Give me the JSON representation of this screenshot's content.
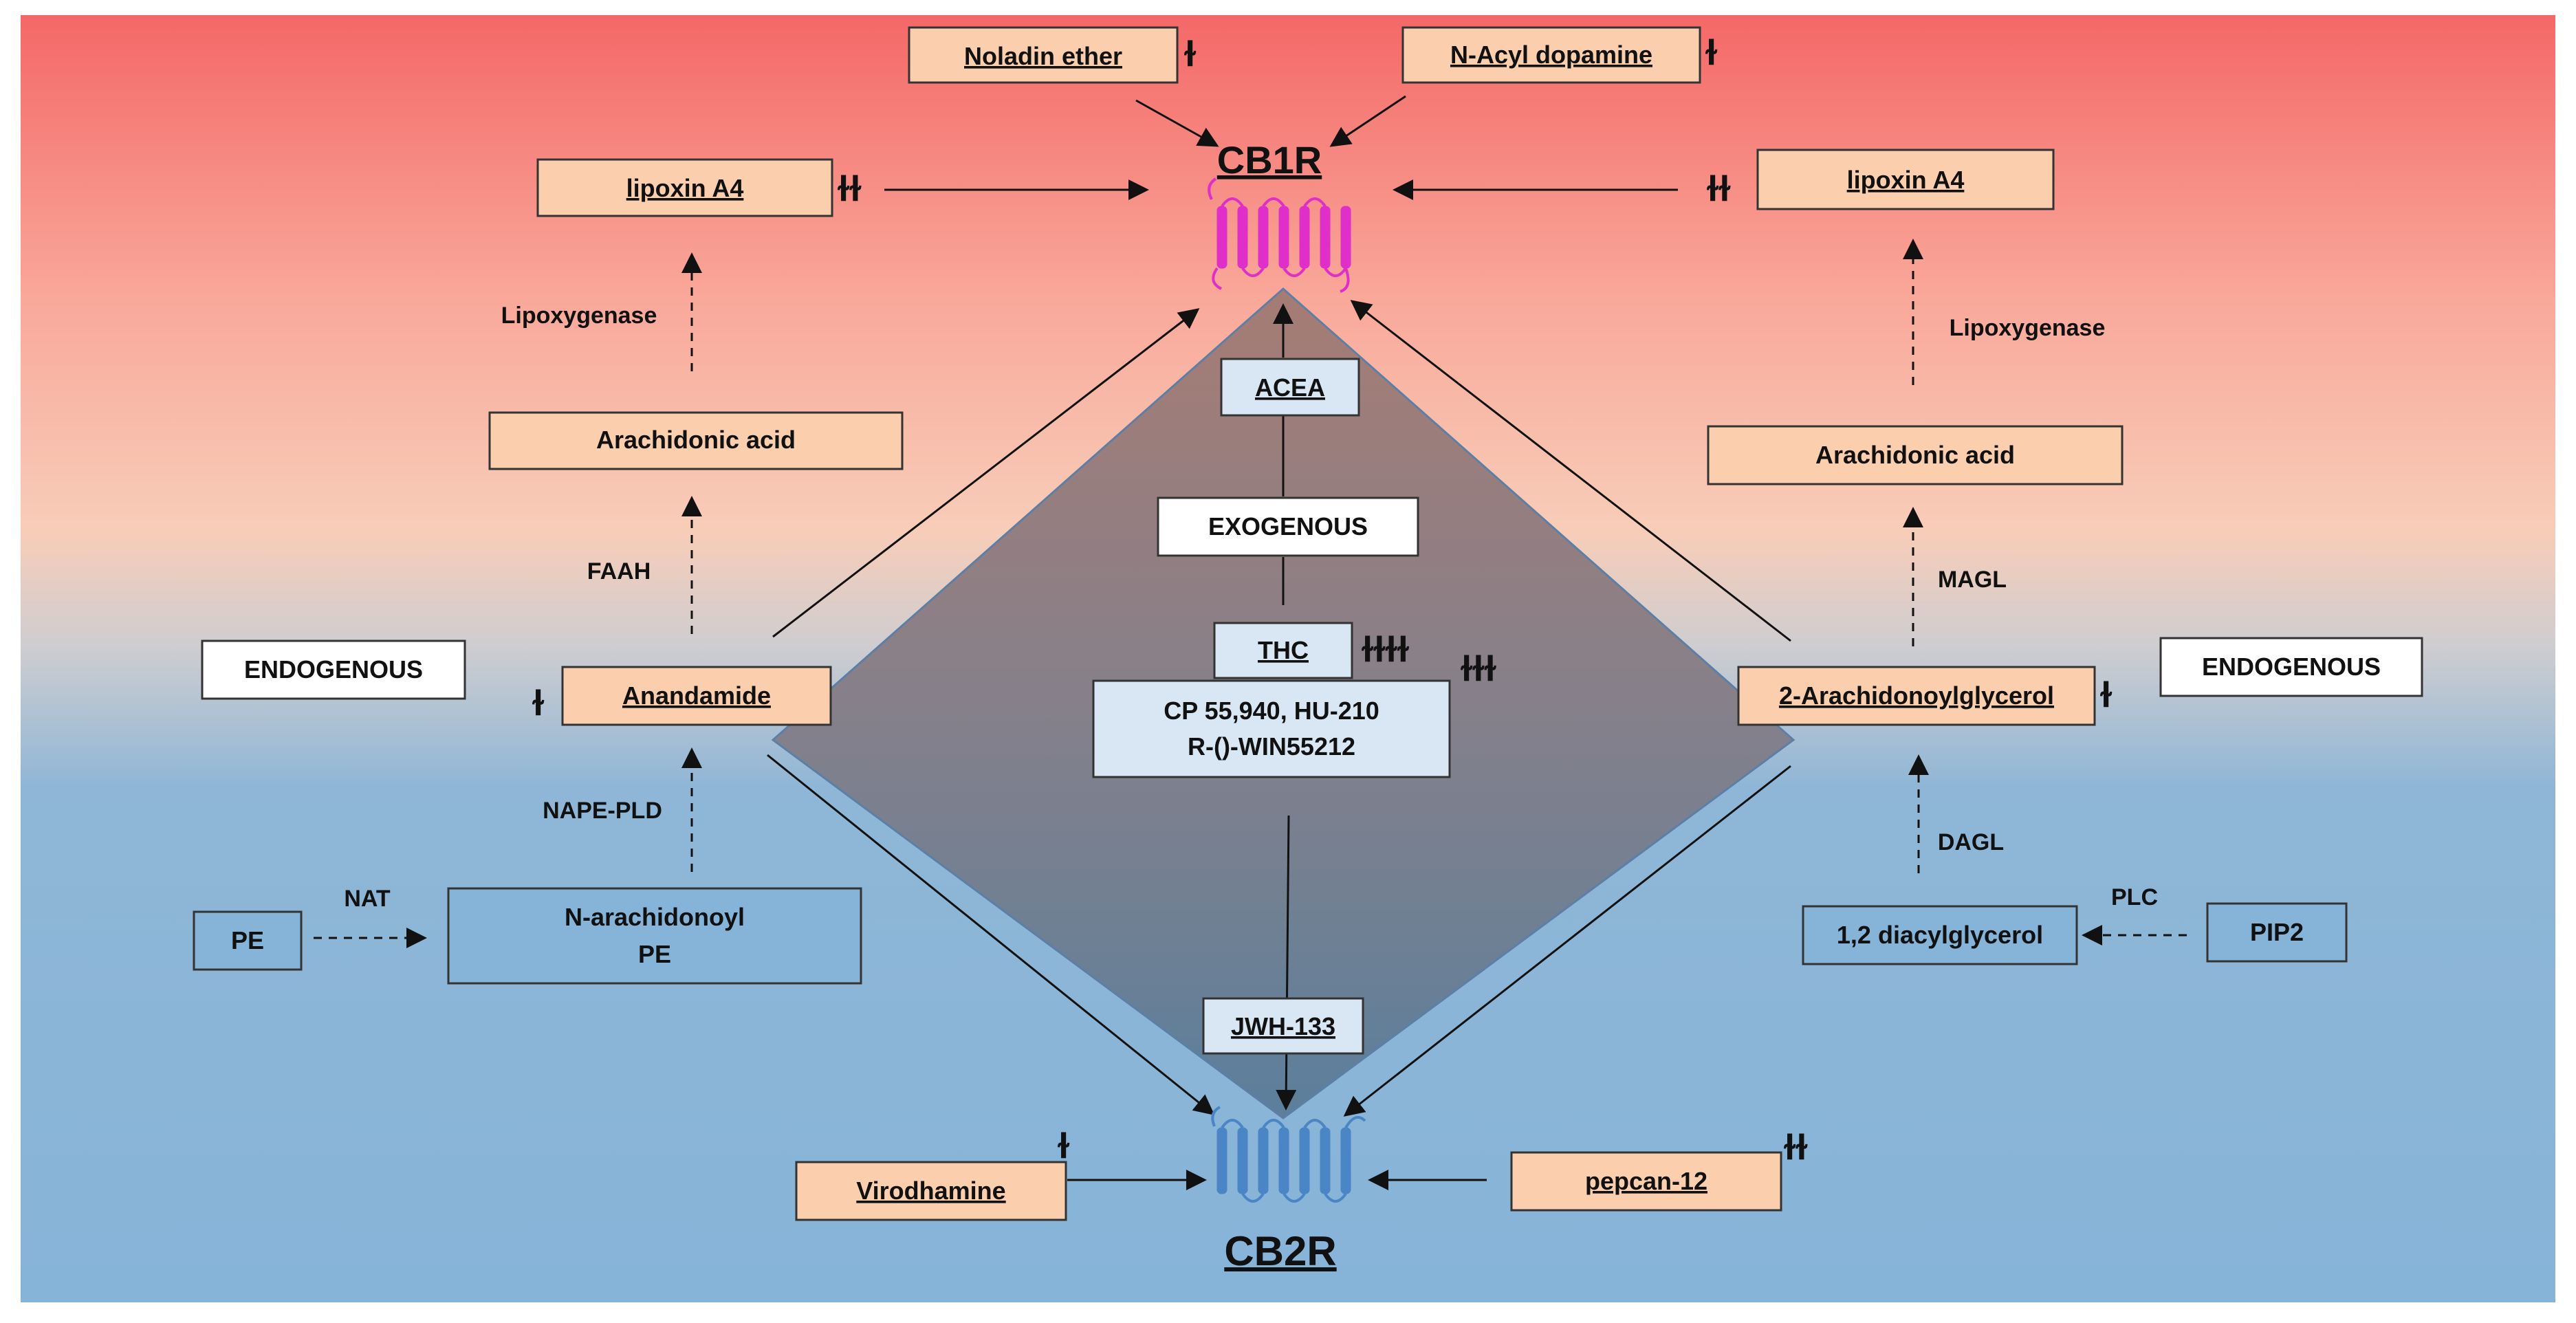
{
  "receptors": {
    "cb1": "CB1R",
    "cb2": "CB2R"
  },
  "top_ligands": {
    "noladin": {
      "label": "Noladin ether",
      "mark": "ɫ"
    },
    "nacyl": {
      "label": "N-Acyl dopamine",
      "mark": "ɫ"
    }
  },
  "left": {
    "lipoxin": {
      "label": "lipoxin A4",
      "mark": "ɫɫ"
    },
    "enzyme_lipox": "Lipoxygenase",
    "arachidonic": "Arachidonic acid",
    "enzyme_faah": "FAAH",
    "endogenous": "ENDOGENOUS",
    "anandamide": {
      "label": "Anandamide",
      "mark": "ɫ"
    },
    "enzyme_nape": "NAPE-PLD",
    "pe": "PE",
    "enzyme_nat": "NAT",
    "napepe_line1": "N-arachidonoyl",
    "napepe_line2": "PE",
    "virodhamine": {
      "label": "Virodhamine",
      "mark": "ɫ"
    }
  },
  "right": {
    "lipoxin": {
      "label": "lipoxin A4",
      "mark": "ɫɫ"
    },
    "enzyme_lipox": "Lipoxygenase",
    "arachidonic": "Arachidonic acid",
    "enzyme_magl": "MAGL",
    "endogenous": "ENDOGENOUS",
    "twoag": {
      "label": "2-Arachidonoylglycerol",
      "mark": "ɫ"
    },
    "enzyme_dagl": "DAGL",
    "diacyl": "1,2 diacylglycerol",
    "enzyme_plc": "PLC",
    "pip2": "PIP2",
    "pepcan": {
      "label": "pepcan-12",
      "mark": "ɫɫ"
    }
  },
  "center": {
    "acea": "ACEA",
    "exogenous": "EXOGENOUS",
    "thc": {
      "label": "THC",
      "mark": "ɫɫɫɫ"
    },
    "synth_mark": "ɫɫɫ",
    "synth_line1": "CP 55,940, HU-210",
    "synth_line2": "R-()-WIN55212",
    "jwh": "JWH-133"
  },
  "colors": {
    "top": "#f46868",
    "mid": "#c9c2c2",
    "bottom": "#86b4d8",
    "diamond_top": "#a67c74",
    "diamond_bottom": "#5b7f9c",
    "peach_box": "#fbcfae",
    "blue_box": "#d9e6f4",
    "cb1_receptor": "#e02fc9",
    "cb2_receptor": "#4a86c6"
  }
}
